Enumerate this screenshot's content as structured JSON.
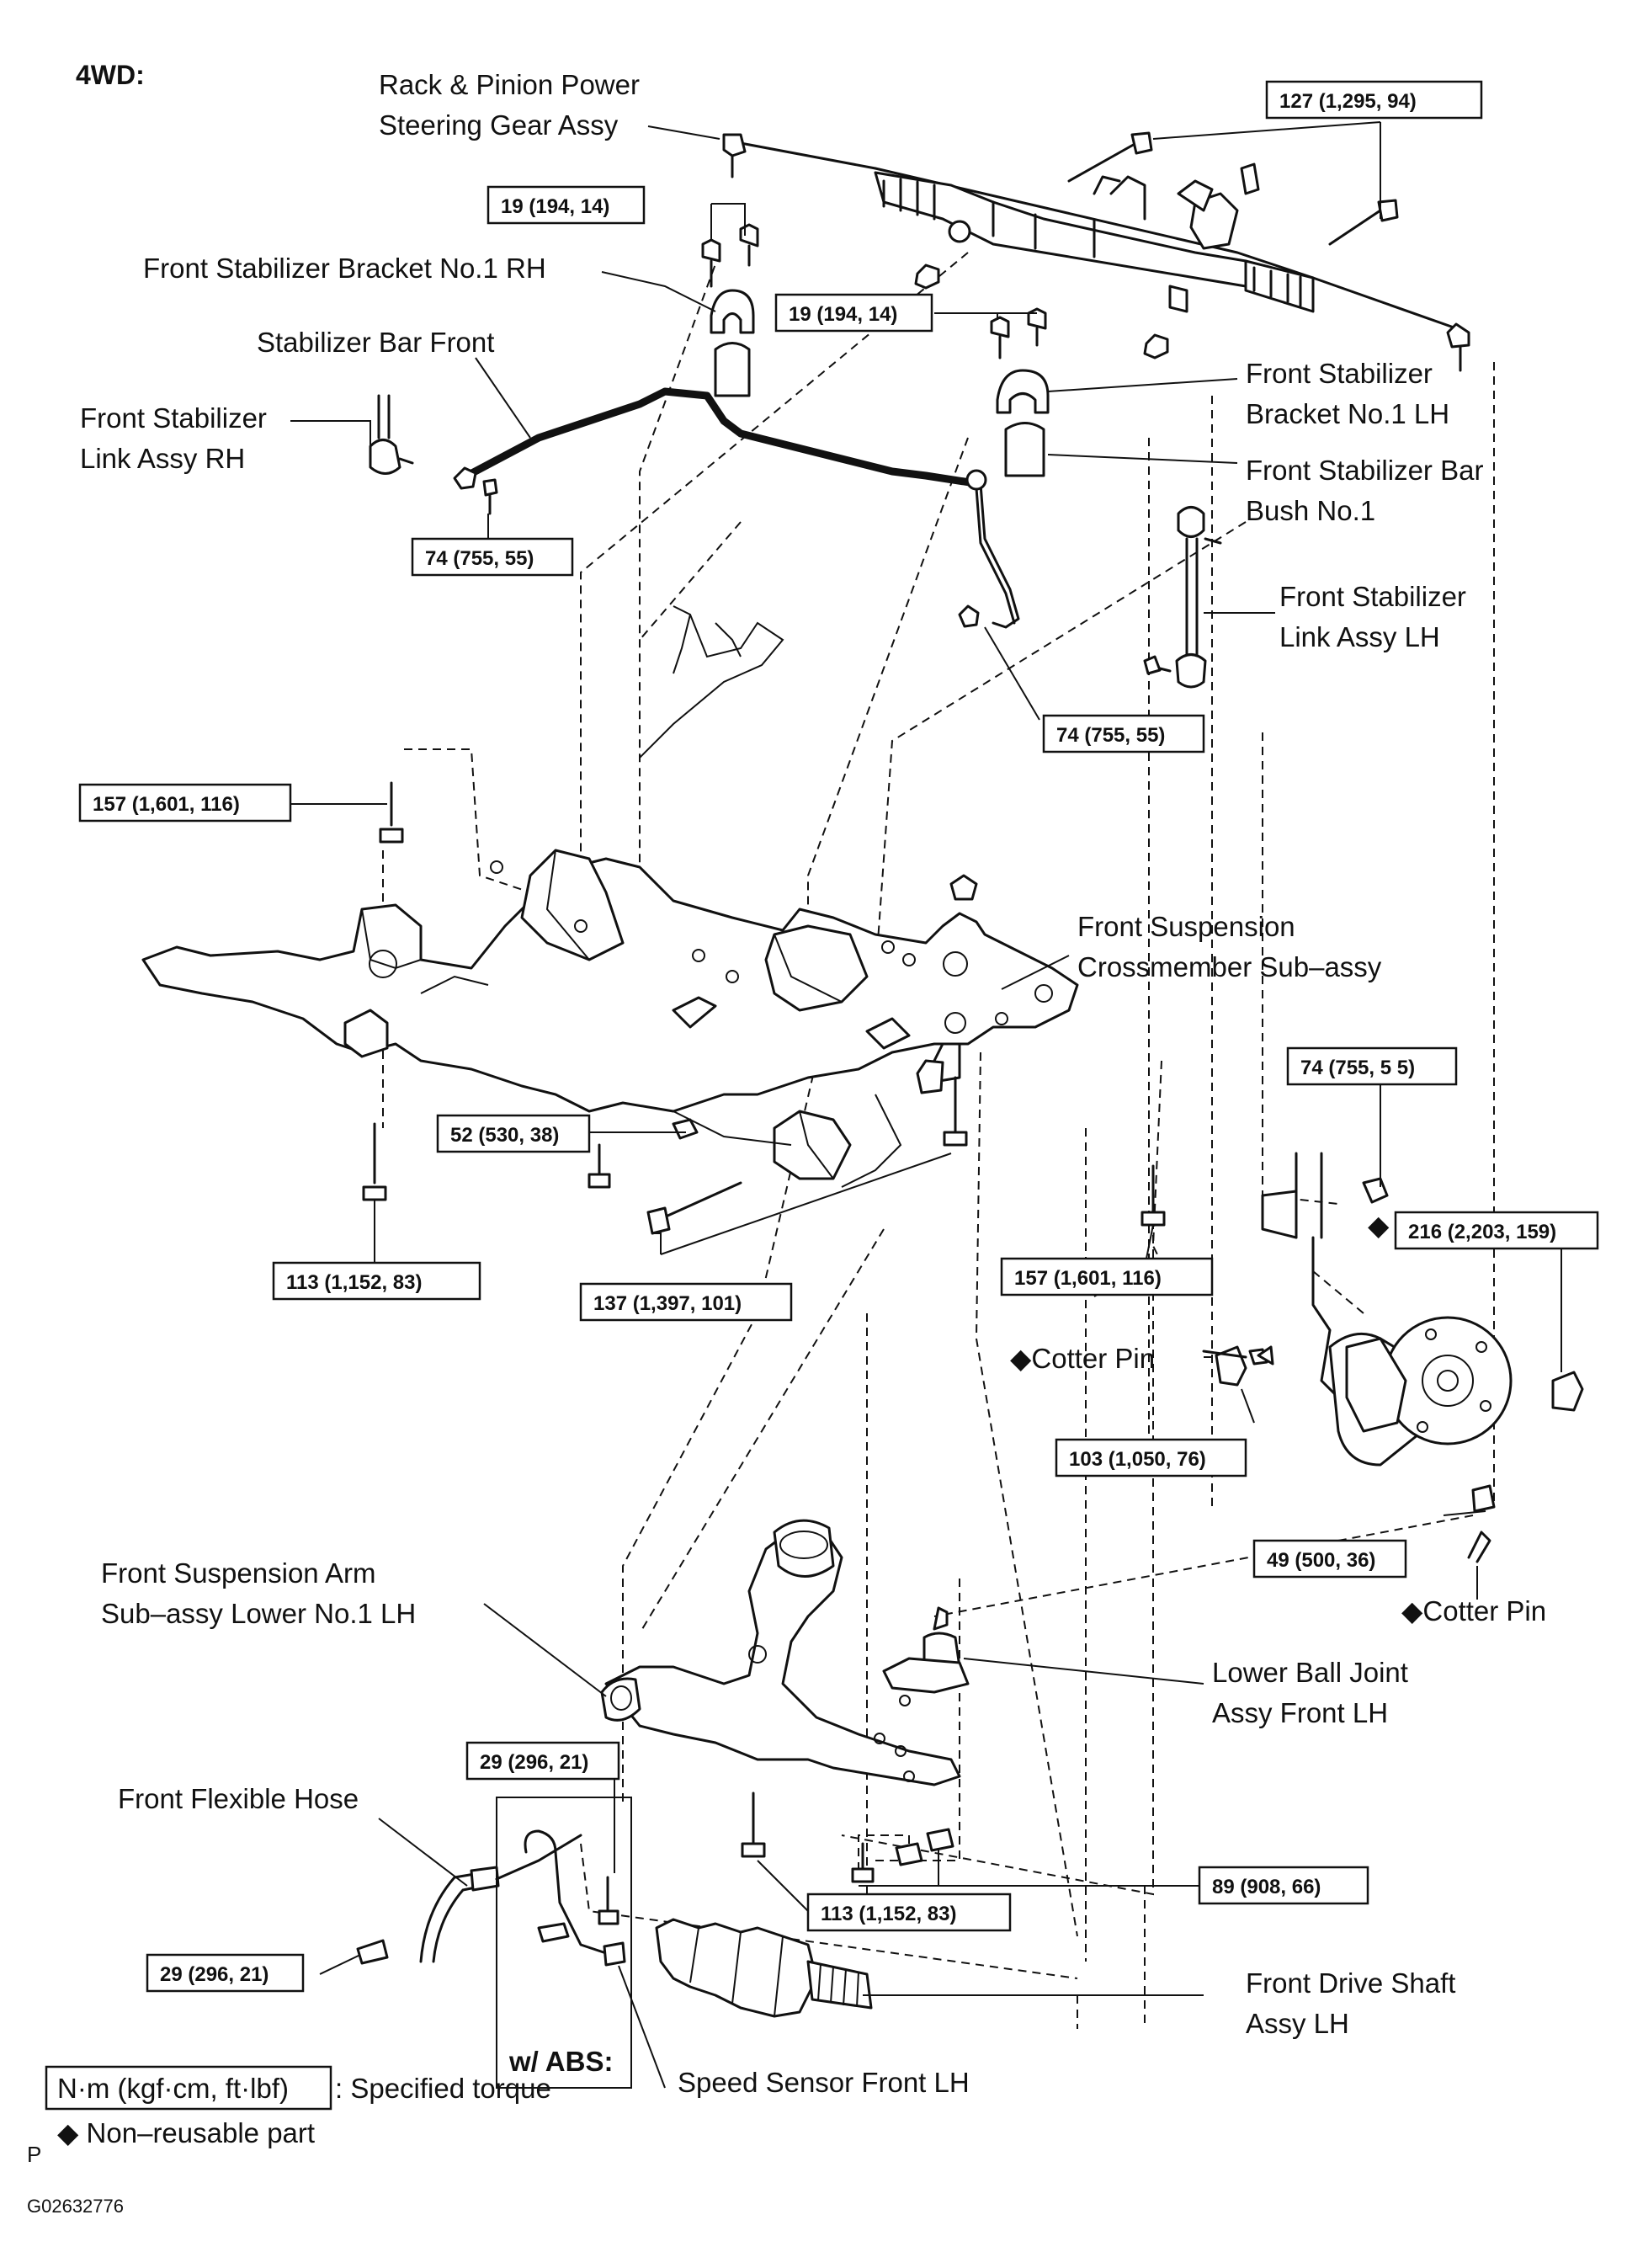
{
  "header": {
    "title": "4WD:"
  },
  "labels": {
    "rack_pinion": [
      "Rack & Pinion Power",
      "Steering Gear Assy"
    ],
    "bracket_rh": "Front Stabilizer Bracket No.1 RH",
    "stab_bar": "Stabilizer Bar Front",
    "link_rh": [
      "Front Stabilizer",
      "Link Assy RH"
    ],
    "bracket_lh": [
      "Front Stabilizer",
      "Bracket No.1 LH"
    ],
    "bush": [
      "Front Stabilizer Bar",
      "Bush No.1"
    ],
    "link_lh": [
      "Front Stabilizer",
      "Link Assy LH"
    ],
    "crossmember": [
      "Front Suspension",
      "Crossmember Sub–assy"
    ],
    "cotter_pin_1": "◆Cotter Pin",
    "cotter_pin_2": "◆Cotter Pin",
    "lower_arm": [
      "Front Suspension Arm",
      "Sub–assy Lower No.1 LH"
    ],
    "ball_joint": [
      "Lower Ball Joint",
      "Assy Front LH"
    ],
    "flex_hose": "Front Flexible Hose",
    "drive_shaft": [
      "Front Drive Shaft",
      "Assy LH"
    ],
    "speed_sensor": "Speed Sensor Front LH",
    "abs": "w/ ABS:"
  },
  "torques": {
    "t_127": "127 (1,295, 94)",
    "t_19a": "19 (194, 14)",
    "t_19b": "19 (194, 14)",
    "t_74a": "74 (755, 55)",
    "t_74b": "74 (755, 55)",
    "t_74c": "74 (755, 5 5)",
    "t_157a": "157 (1,601, 116)",
    "t_157b": "157 (1,601, 116)",
    "t_52": "52 (530, 38)",
    "t_113a": "113 (1,152, 83)",
    "t_113b": "113 (1,152, 83)",
    "t_137": "137 (1,397, 101)",
    "t_216": "216 (2,203, 159)",
    "t_103": "103 (1,050, 76)",
    "t_49": "49 (500, 36)",
    "t_29a": "29 (296, 21)",
    "t_29b": "29 (296, 21)",
    "t_89": "89 (908, 66)"
  },
  "legend": {
    "unit_box": "N·m (kgf·cm, ft·lbf)",
    "unit_text": ": Specified torque",
    "nonreusable": "◆ Non–reusable part"
  },
  "footer": {
    "p": "P",
    "code": "G02632776"
  }
}
